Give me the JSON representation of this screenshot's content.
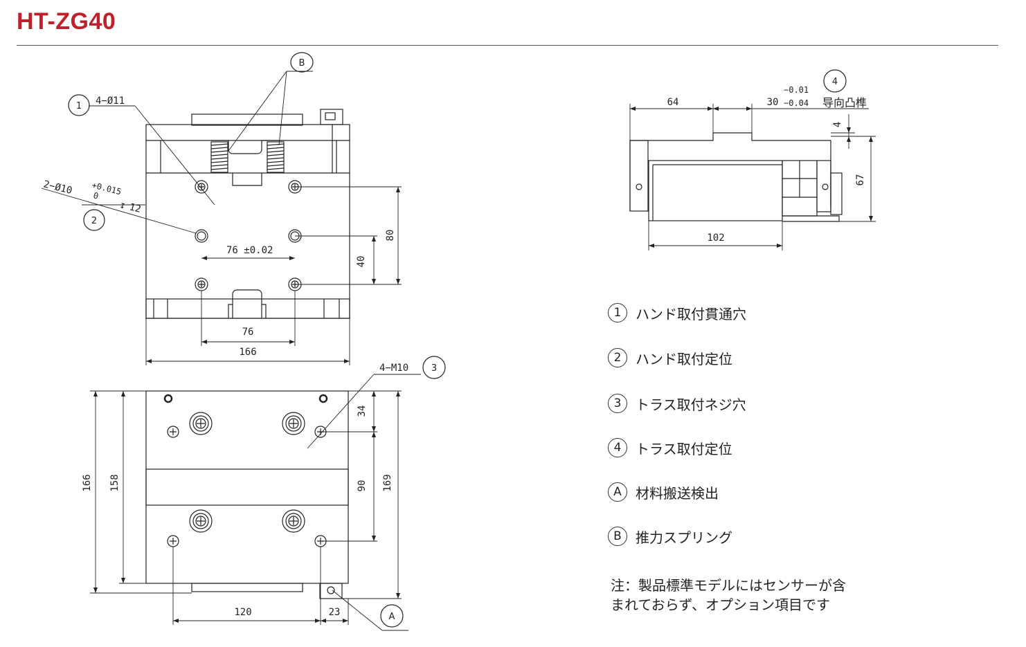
{
  "title": "HT-ZG40",
  "callouts": {
    "c1": "1",
    "c2": "2",
    "c3": "3",
    "c4": "4",
    "cA": "A",
    "cB": "B"
  },
  "dimensions": {
    "holes_through": "4−Ø11",
    "holes_pin": "2−Ø10",
    "pin_tol_upper": "+0.015",
    "pin_tol_lower": "0",
    "pin_depth": "12",
    "pitch_76_tol": "76 ±0.02",
    "d80": "80",
    "d40": "40",
    "d76": "76",
    "d166_top": "166",
    "thread": "4−M10",
    "d34": "34",
    "d90": "90",
    "d169": "169",
    "d166_left": "166",
    "d158": "158",
    "d120": "120",
    "d23": "23",
    "d64": "64",
    "d30": "30",
    "d30_tol_upper": "−0.01",
    "d30_tol_lower": "−0.04",
    "guide_label": "导向凸榫",
    "d4": "4",
    "d67": "67",
    "d102": "102"
  },
  "legend": [
    {
      "mark": "1",
      "text": "ハンド取付貫通穴"
    },
    {
      "mark": "2",
      "text": "ハンド取付定位"
    },
    {
      "mark": "3",
      "text": "トラス取付ネジ穴"
    },
    {
      "mark": "4",
      "text": "トラス取付定位"
    },
    {
      "mark": "A",
      "text": "材料搬送検出"
    },
    {
      "mark": "B",
      "text": "推力スプリング"
    }
  ],
  "note": {
    "line1": "注：製品標準モデルにはセンサーが含",
    "line2": "まれておらず、オプション項目です"
  }
}
